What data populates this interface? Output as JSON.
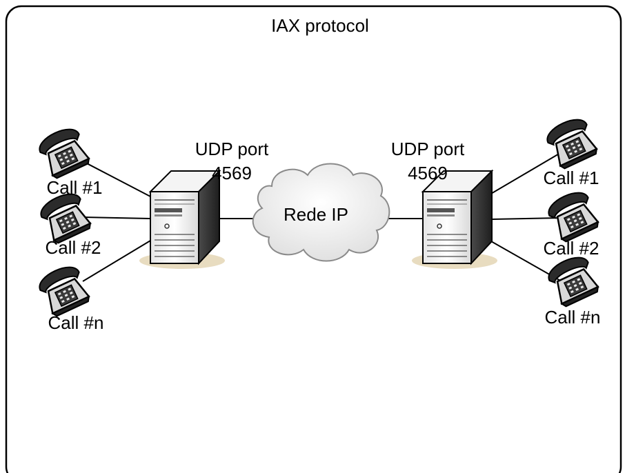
{
  "title": "IAX protocol",
  "cloud": {
    "label": "Rede IP",
    "icon": "cloud-icon"
  },
  "servers": [
    {
      "port_label": "UDP port",
      "port_number": "4569",
      "icon": "server-icon",
      "calls": [
        "Call #1",
        "Call #2",
        "Call #n"
      ]
    },
    {
      "port_label": "UDP port",
      "port_number": "4569",
      "icon": "server-icon",
      "calls": [
        "Call #1",
        "Call #2",
        "Call #n"
      ]
    }
  ],
  "phone_icon": "telephone-icon",
  "colors": {
    "border": "#000000",
    "cloud_fill": "#f0f0f0",
    "server_fill": "#f2f2f2",
    "shadow": "#e8dcc0"
  }
}
